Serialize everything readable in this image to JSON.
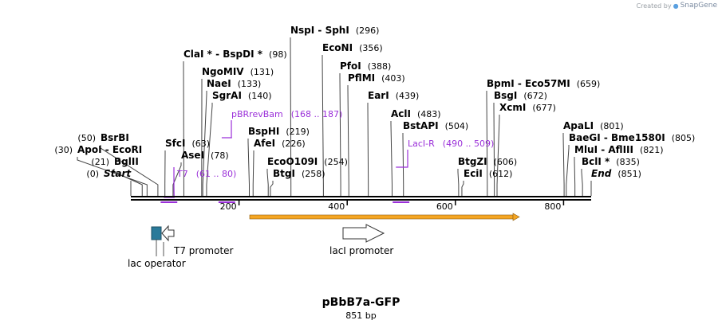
{
  "credit": {
    "prefix": "Created by",
    "brand": "SnapGene"
  },
  "plasmid": {
    "name": "pBbB7a-GFP",
    "length_label": "851 bp",
    "length": 851
  },
  "colors": {
    "primer": "#9b30d9",
    "orf": "#f5a623",
    "operator": "#2a7a9a",
    "text": "#000000"
  },
  "ruler": {
    "ticks": [
      200,
      400,
      600,
      800
    ]
  },
  "sites": [
    {
      "name": "Start",
      "num": "(0)",
      "pos": 0,
      "italic": true
    },
    {
      "name": "BglII",
      "num": "(21)",
      "pos": 21
    },
    {
      "name": "ApoI - EcoRI",
      "num": "(30)",
      "pos": 30
    },
    {
      "name": "BsrBI",
      "num": "(50)",
      "pos": 50
    },
    {
      "name": "AseI",
      "num": "(78)",
      "pos": 78
    },
    {
      "name": "SfcI",
      "num": "(63)",
      "pos": 63
    },
    {
      "name": "NgoMIV",
      "num": "(131)",
      "pos": 131
    },
    {
      "name": "NaeI",
      "num": "(133)",
      "pos": 133
    },
    {
      "name": "SgrAI",
      "num": "(140)",
      "pos": 140
    },
    {
      "name": "ClaI * - BspDI *",
      "num": "(98)",
      "pos": 98
    },
    {
      "name": "BtgI",
      "num": "(258)",
      "pos": 258
    },
    {
      "name": "EcoO109I",
      "num": "(254)",
      "pos": 254
    },
    {
      "name": "AfeI",
      "num": "(226)",
      "pos": 226
    },
    {
      "name": "BspHI",
      "num": "(219)",
      "pos": 219
    },
    {
      "name": "NspI - SphI",
      "num": "(296)",
      "pos": 296
    },
    {
      "name": "EcoNI",
      "num": "(356)",
      "pos": 356
    },
    {
      "name": "PfoI",
      "num": "(388)",
      "pos": 388
    },
    {
      "name": "PflMI",
      "num": "(403)",
      "pos": 403
    },
    {
      "name": "EarI",
      "num": "(439)",
      "pos": 439
    },
    {
      "name": "AclI",
      "num": "(483)",
      "pos": 483
    },
    {
      "name": "BstAPI",
      "num": "(504)",
      "pos": 504
    },
    {
      "name": "EciI",
      "num": "(612)",
      "pos": 612
    },
    {
      "name": "BtgZI",
      "num": "(606)",
      "pos": 606
    },
    {
      "name": "BpmI - Eco57MI",
      "num": "(659)",
      "pos": 659
    },
    {
      "name": "BsgI",
      "num": "(672)",
      "pos": 672
    },
    {
      "name": "XcmI",
      "num": "(677)",
      "pos": 677
    },
    {
      "name": "End",
      "num": "(851)",
      "pos": 851,
      "italic": true
    },
    {
      "name": "BclI *",
      "num": "(835)",
      "pos": 835
    },
    {
      "name": "MluI - AflIII",
      "num": "(821)",
      "pos": 821
    },
    {
      "name": "BaeGI - Bme1580I",
      "num": "(805)",
      "pos": 805
    },
    {
      "name": "ApaLI",
      "num": "(801)",
      "pos": 801
    }
  ],
  "primers": [
    {
      "name": "T7",
      "range": "(61 .. 80)",
      "start": 61,
      "end": 80
    },
    {
      "name": "pBRrevBam",
      "range": "(168 .. 187)",
      "start": 168,
      "end": 187
    },
    {
      "name": "LacI-R",
      "range": "(490 .. 509)",
      "start": 490,
      "end": 509
    }
  ],
  "features": [
    {
      "name": "T7 promoter",
      "type": "promoter-reverse"
    },
    {
      "name": "lac operator",
      "type": "operator"
    },
    {
      "name": "lacI promoter",
      "type": "promoter-forward"
    }
  ]
}
